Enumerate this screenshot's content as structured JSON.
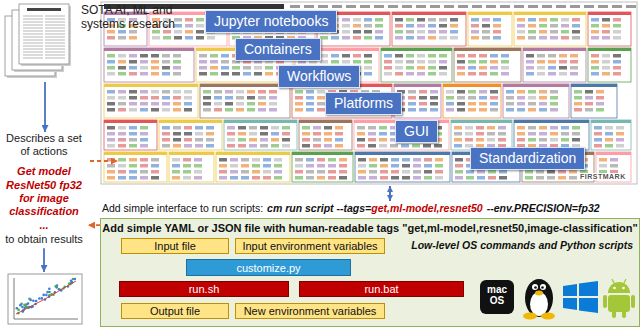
{
  "diagram": {
    "nodes": [
      {
        "text": [
          "SOTA AI, ML and systems research"
        ]
      },
      {
        "text": [
          "Describes a set of actions",
          "Get model ResNet50 fp32 for image classification",
          "...",
          "to obtain results"
        ]
      },
      {
        "text": [
          "Jupyter notebooks"
        ]
      },
      {
        "text": [
          "Containers"
        ]
      },
      {
        "text": [
          "Workflows"
        ]
      },
      {
        "text": [
          "Platforms"
        ]
      },
      {
        "text": [
          "GUI"
        ]
      },
      {
        "text": [
          "Standardization"
        ]
      },
      {
        "text": [
          "Add simple YAML or JSON file with human-readable tags \"get,ml-model,resnet50,image-classification\"",
          "Low-level OS commands and Python scripts"
        ]
      },
      {
        "text": [
          "Input file"
        ],
        "in": 8
      },
      {
        "text": [
          "Input environment variables"
        ],
        "in": 8
      },
      {
        "text": [
          "customize.py"
        ],
        "in": 8
      },
      {
        "text": [
          "run.sh"
        ],
        "in": 8
      },
      {
        "text": [
          "run.bat"
        ],
        "in": 8
      },
      {
        "text": [
          "Output file"
        ],
        "in": 8
      },
      {
        "text": [
          "New environment variables"
        ],
        "in": 8
      }
    ],
    "edges": [
      {
        "from": 0,
        "to": 1,
        "arrow": "to"
      },
      {
        "from": 8,
        "to": 1,
        "arrow": "to"
      }
    ],
    "labels": [
      "FIRSTMARK",
      "Add simple interface to run scripts:",
      "cm run script --tags=",
      "get,ml-model,resnet50",
      "--env.PRECISION=fp32",
      "mac OS"
    ]
  }
}
